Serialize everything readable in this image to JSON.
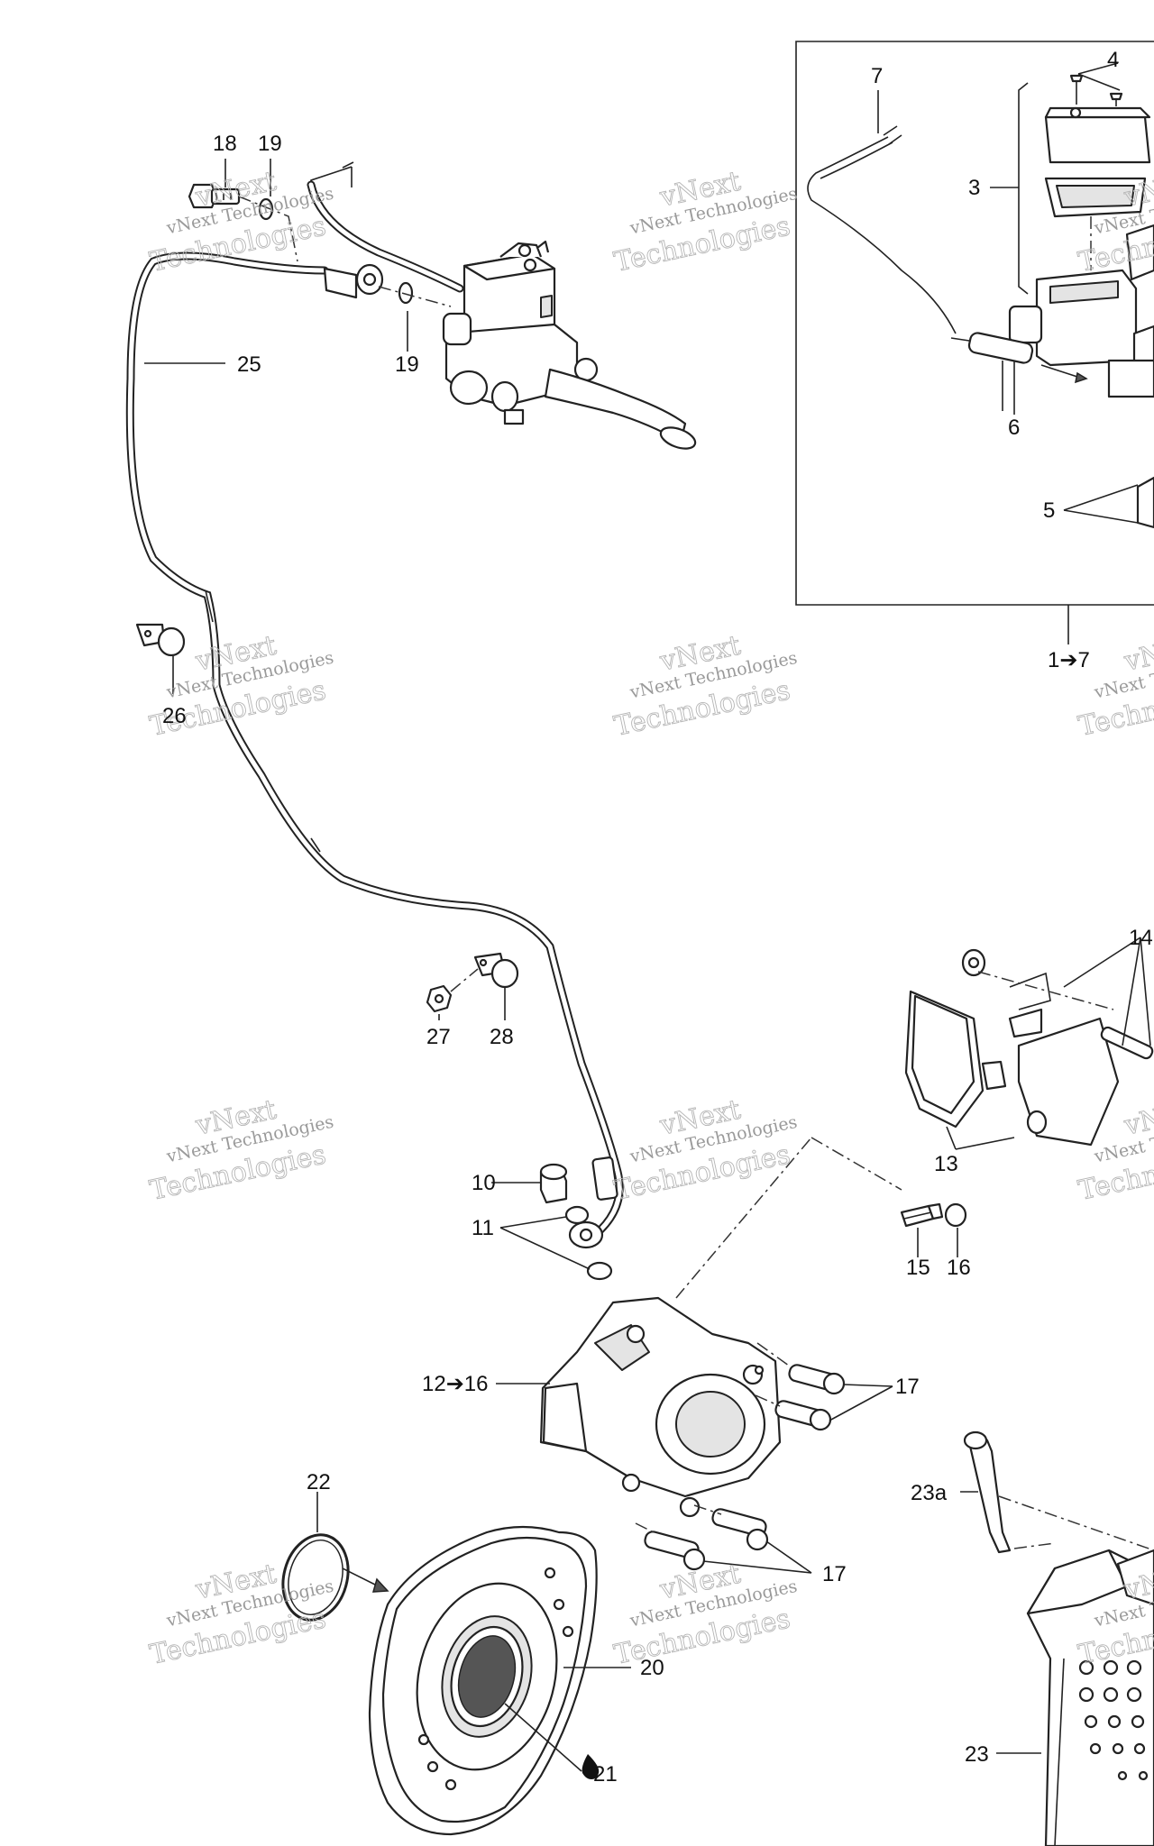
{
  "callouts": {
    "c1_7": "1➔7",
    "c3": "3",
    "c4": "4",
    "c5": "5",
    "c6": "6",
    "c7": "7",
    "c10": "10",
    "c11": "11",
    "c12_16": "12➔16",
    "c13": "13",
    "c14": "14",
    "c15": "15",
    "c16": "16",
    "c17a": "17",
    "c17b": "17",
    "c18": "18",
    "c19a": "19",
    "c19b": "19",
    "c20": "20",
    "c21": "21",
    "c22": "22",
    "c23": "23",
    "c23a": "23a",
    "c25": "25",
    "c26": "26",
    "c27": "27",
    "c28": "28"
  },
  "watermark": {
    "line1": "vNext Technologies",
    "line2": "Technologies",
    "line0": "vNext"
  },
  "colors": {
    "ink": "#222222",
    "watermark": "#b5b5b5"
  }
}
